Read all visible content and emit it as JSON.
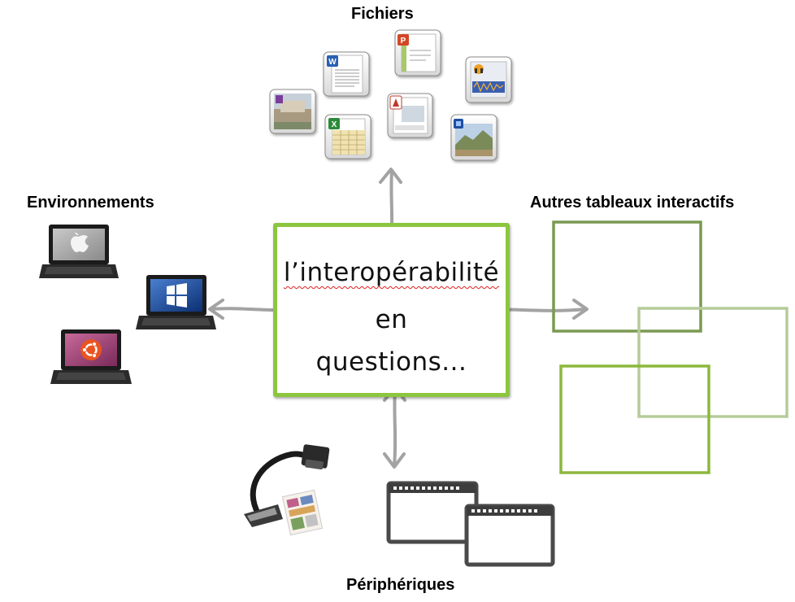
{
  "labels": {
    "files": "Fichiers",
    "environments": "Environnements",
    "boards": "Autres tableaux interactifs",
    "peripherals": "Périphériques"
  },
  "center": {
    "line1": "l’interopérabilité",
    "line2": "en",
    "line3": "questions..."
  },
  "files": [
    {
      "icon": "image-file-icon",
      "badge": "purple"
    },
    {
      "icon": "word-document-icon",
      "badge": "W"
    },
    {
      "icon": "excel-spreadsheet-icon",
      "badge": "X"
    },
    {
      "icon": "powerpoint-presentation-icon",
      "badge": "P"
    },
    {
      "icon": "pdf-document-icon",
      "badge": "pdf"
    },
    {
      "icon": "audio-file-icon",
      "badge": "audio"
    },
    {
      "icon": "photo-file-icon",
      "badge": "photo"
    }
  ],
  "environments": [
    "apple-laptop-icon",
    "windows-laptop-icon",
    "ubuntu-laptop-icon"
  ],
  "colors": {
    "center_border": "#8cc63f",
    "board_dark": "#7a9a52",
    "board_light": "#b5cc9a",
    "board_bright": "#8cb83c",
    "arrow": "#9a9a9a"
  }
}
